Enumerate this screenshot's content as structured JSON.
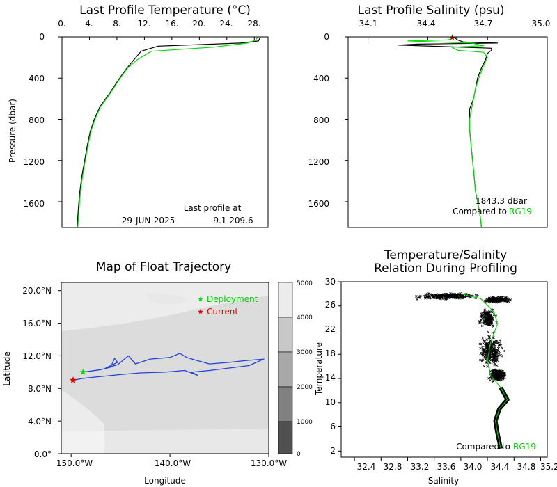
{
  "chart_data": [
    {
      "id": "temperature",
      "type": "line",
      "title": "Last Profile Temperature (°C)",
      "ylabel": "Pressure (dbar)",
      "xlim": [
        0,
        30
      ],
      "ylim": [
        0,
        1850
      ],
      "y_inverted": true,
      "x_ticks": [
        "0.",
        "4.",
        "8.",
        "12.",
        "16.",
        "20.",
        "24.",
        "28."
      ],
      "y_ticks": [
        "0",
        "400",
        "800",
        "1200",
        "1600"
      ],
      "annotation_line1": "Last profile at",
      "annotation_date": "29-JUN-2025",
      "annotation_coords": "9.1 209.6",
      "series": [
        {
          "color": "#000000",
          "points": [
            [
              28.9,
              0
            ],
            [
              28.6,
              40
            ],
            [
              26,
              60
            ],
            [
              14,
              90
            ],
            [
              11.5,
              140
            ],
            [
              10.5,
              220
            ],
            [
              9.5,
              300
            ],
            [
              8.6,
              380
            ],
            [
              7.8,
              460
            ],
            [
              6.8,
              560
            ],
            [
              5.5,
              680
            ],
            [
              4.7,
              800
            ],
            [
              4.1,
              920
            ],
            [
              3.7,
              1050
            ],
            [
              3.3,
              1200
            ],
            [
              2.9,
              1350
            ],
            [
              2.6,
              1500
            ],
            [
              2.4,
              1650
            ],
            [
              2.2,
              1850
            ]
          ]
        },
        {
          "color": "#00dd00",
          "points": [
            [
              28.5,
              0
            ],
            [
              28.2,
              30
            ],
            [
              27,
              60
            ],
            [
              22,
              100
            ],
            [
              13,
              140
            ],
            [
              11,
              220
            ],
            [
              9.6,
              300
            ],
            [
              8.7,
              380
            ],
            [
              7.9,
              460
            ],
            [
              6.9,
              560
            ],
            [
              5.6,
              680
            ],
            [
              4.8,
              800
            ],
            [
              4.2,
              920
            ],
            [
              3.8,
              1050
            ],
            [
              3.4,
              1200
            ],
            [
              3.0,
              1350
            ],
            [
              2.7,
              1500
            ],
            [
              2.5,
              1650
            ],
            [
              2.3,
              1850
            ]
          ]
        }
      ]
    },
    {
      "id": "salinity",
      "type": "line",
      "title": "Last Profile Salinity (psu)",
      "xlim": [
        34.0,
        35.0
      ],
      "ylim": [
        0,
        1850
      ],
      "y_inverted": true,
      "x_ticks": [
        "34.1",
        "34.4",
        "34.7",
        "35.0"
      ],
      "y_ticks": [
        "0",
        "400",
        "800",
        "1200",
        "1600"
      ],
      "annotation_depth": "1843.3 dBar",
      "annotation_compare": "Compared to",
      "annotation_ref": "RG19",
      "series": [
        {
          "color": "#000000",
          "points": [
            [
              34.53,
              0
            ],
            [
              34.55,
              30
            ],
            [
              34.58,
              50
            ],
            [
              34.75,
              60
            ],
            [
              34.35,
              70
            ],
            [
              34.25,
              80
            ],
            [
              34.5,
              95
            ],
            [
              34.72,
              110
            ],
            [
              34.72,
              130
            ],
            [
              34.7,
              160
            ],
            [
              34.69,
              220
            ],
            [
              34.67,
              300
            ],
            [
              34.65,
              400
            ],
            [
              34.64,
              500
            ],
            [
              34.63,
              600
            ],
            [
              34.61,
              700
            ],
            [
              34.61,
              800
            ],
            [
              34.61,
              900
            ],
            [
              34.62,
              1100
            ],
            [
              34.63,
              1300
            ],
            [
              34.64,
              1500
            ],
            [
              34.66,
              1700
            ],
            [
              34.67,
              1850
            ]
          ]
        },
        {
          "color": "#00dd00",
          "points": [
            [
              34.55,
              0
            ],
            [
              34.5,
              30
            ],
            [
              34.3,
              40
            ],
            [
              34.62,
              60
            ],
            [
              34.68,
              85
            ],
            [
              34.52,
              100
            ],
            [
              34.55,
              130
            ],
            [
              34.68,
              150
            ],
            [
              34.7,
              200
            ],
            [
              34.68,
              280
            ],
            [
              34.66,
              380
            ],
            [
              34.64,
              500
            ],
            [
              34.63,
              600
            ],
            [
              34.62,
              700
            ],
            [
              34.61,
              800
            ],
            [
              34.61,
              900
            ],
            [
              34.62,
              1100
            ],
            [
              34.63,
              1300
            ],
            [
              34.64,
              1500
            ],
            [
              34.66,
              1700
            ],
            [
              34.67,
              1850
            ]
          ]
        }
      ]
    },
    {
      "id": "map",
      "type": "map",
      "title": "Map of Float Trajectory",
      "xlabel": "Longitude",
      "ylabel": "Latitude",
      "xlim": [
        -151,
        -130
      ],
      "ylim": [
        0,
        21
      ],
      "x_ticks": [
        "150.0°W",
        "140.0°W",
        "130.0°W"
      ],
      "y_ticks": [
        "0.0°",
        "4.0°N",
        "8.0°N",
        "12.0°N",
        "16.0°N",
        "20.0°N"
      ],
      "legend_deployment": "Deployment",
      "legend_current": "Current",
      "deployment": [
        -148.8,
        10.0
      ],
      "current": [
        -149.8,
        9.0
      ],
      "colorbar_ticks": [
        "5000",
        "4000",
        "3000",
        "2000",
        "1000",
        "0"
      ],
      "trajectory": [
        [
          -148.8,
          10.0
        ],
        [
          -147,
          10.3
        ],
        [
          -146,
          10.6
        ],
        [
          -145.6,
          11.7
        ],
        [
          -145.3,
          11.2
        ],
        [
          -146.5,
          10.5
        ],
        [
          -145.3,
          10.9
        ],
        [
          -144.2,
          12.0
        ],
        [
          -143.5,
          11.0
        ],
        [
          -142,
          11.6
        ],
        [
          -140,
          11.8
        ],
        [
          -139,
          12.3
        ],
        [
          -138.3,
          11.8
        ],
        [
          -137.5,
          11.5
        ],
        [
          -136,
          11.0
        ],
        [
          -134,
          11.2
        ],
        [
          -132.5,
          11.4
        ],
        [
          -130.5,
          11.6
        ],
        [
          -132,
          10.8
        ],
        [
          -134,
          10.5
        ],
        [
          -136,
          10.2
        ],
        [
          -137.8,
          10.0
        ],
        [
          -137.2,
          9.6
        ],
        [
          -138.5,
          10.2
        ],
        [
          -140.5,
          10.0
        ],
        [
          -143,
          9.9
        ],
        [
          -145,
          9.7
        ],
        [
          -147.5,
          9.4
        ],
        [
          -149,
          9.2
        ],
        [
          -149.8,
          9.0
        ]
      ]
    },
    {
      "id": "ts",
      "type": "scatter",
      "title_line1": "Temperature/Salinity",
      "title_line2": "Relation During Profiling",
      "xlabel": "Salinity",
      "ylabel": "Temperature",
      "xlim": [
        32.2,
        35.3
      ],
      "ylim": [
        1,
        30
      ],
      "x_ticks": [
        "32.4",
        "32.8",
        "33.2",
        "33.6",
        "34.0",
        "34.4",
        "34.8",
        "35.2"
      ],
      "y_ticks": [
        "2",
        "6",
        "10",
        "14",
        "18",
        "22",
        "26",
        "30"
      ],
      "annotation_compare": "Compared to",
      "annotation_ref": "RG19",
      "reference_curve": [
        [
          34.6,
          2.4
        ],
        [
          34.55,
          5
        ],
        [
          34.52,
          7
        ],
        [
          34.58,
          9
        ],
        [
          34.7,
          10.5
        ],
        [
          34.6,
          12.5
        ],
        [
          34.45,
          14.5
        ],
        [
          34.4,
          17
        ],
        [
          34.45,
          20
        ],
        [
          34.55,
          23
        ],
        [
          34.5,
          25
        ],
        [
          34.3,
          27.2
        ],
        [
          34.0,
          28
        ]
      ],
      "clouds": [
        {
          "center": [
            33.8,
            27.6
          ],
          "spread": [
            0.55,
            0.6
          ],
          "count": 240
        },
        {
          "center": [
            34.55,
            27.0
          ],
          "spread": [
            0.25,
            0.6
          ],
          "count": 200
        },
        {
          "center": [
            34.4,
            24.0
          ],
          "spread": [
            0.15,
            1.8
          ],
          "count": 160
        },
        {
          "center": [
            34.45,
            18.5
          ],
          "spread": [
            0.22,
            3.5
          ],
          "count": 260
        },
        {
          "center": [
            34.55,
            14.5
          ],
          "spread": [
            0.15,
            1.2
          ],
          "count": 220
        }
      ]
    }
  ]
}
